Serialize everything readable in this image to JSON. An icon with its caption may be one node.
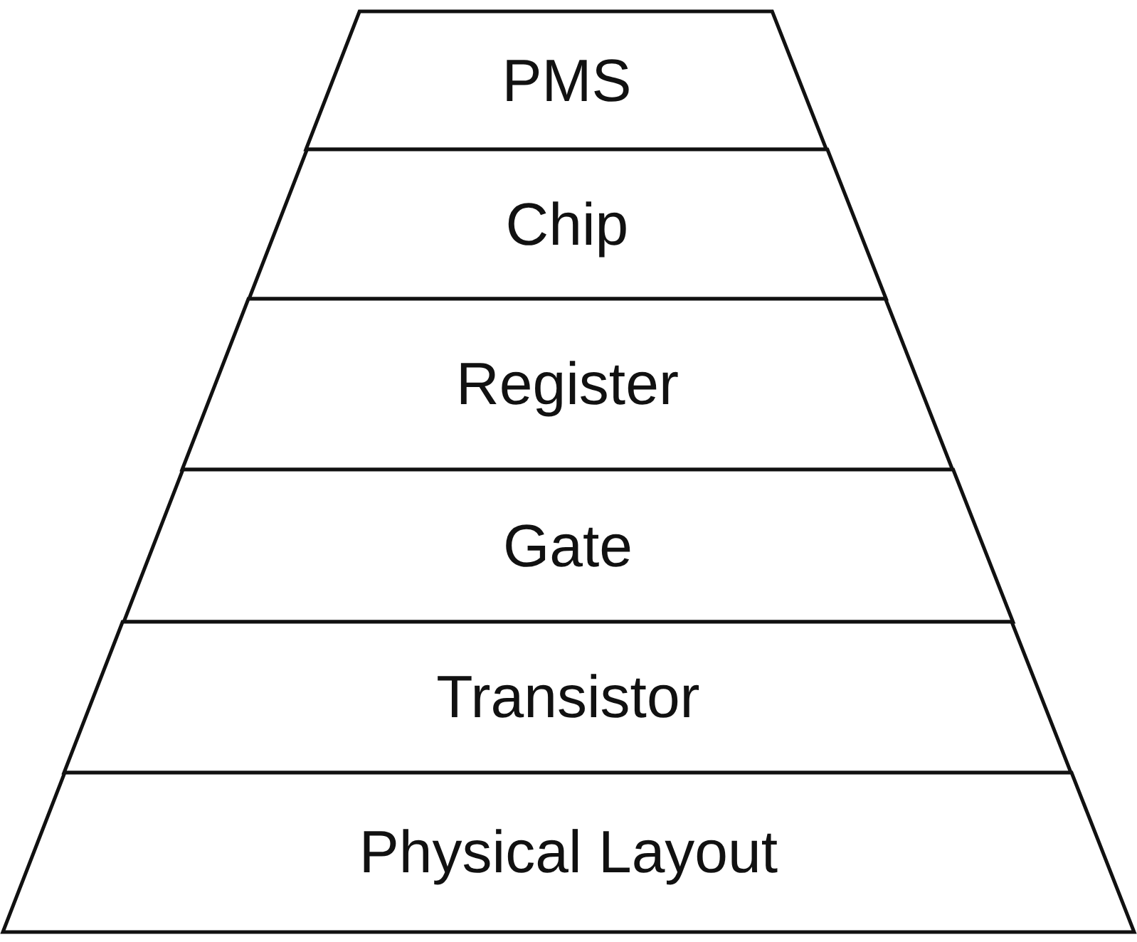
{
  "diagram": {
    "nodes": [
      {
        "text": [
          "PMS"
        ]
      },
      {
        "text": [
          "Chip"
        ]
      },
      {
        "text": [
          "Register"
        ]
      },
      {
        "text": [
          "Gate"
        ]
      },
      {
        "text": [
          "Transistor"
        ]
      },
      {
        "text": [
          "Physical Layout"
        ]
      }
    ]
  }
}
